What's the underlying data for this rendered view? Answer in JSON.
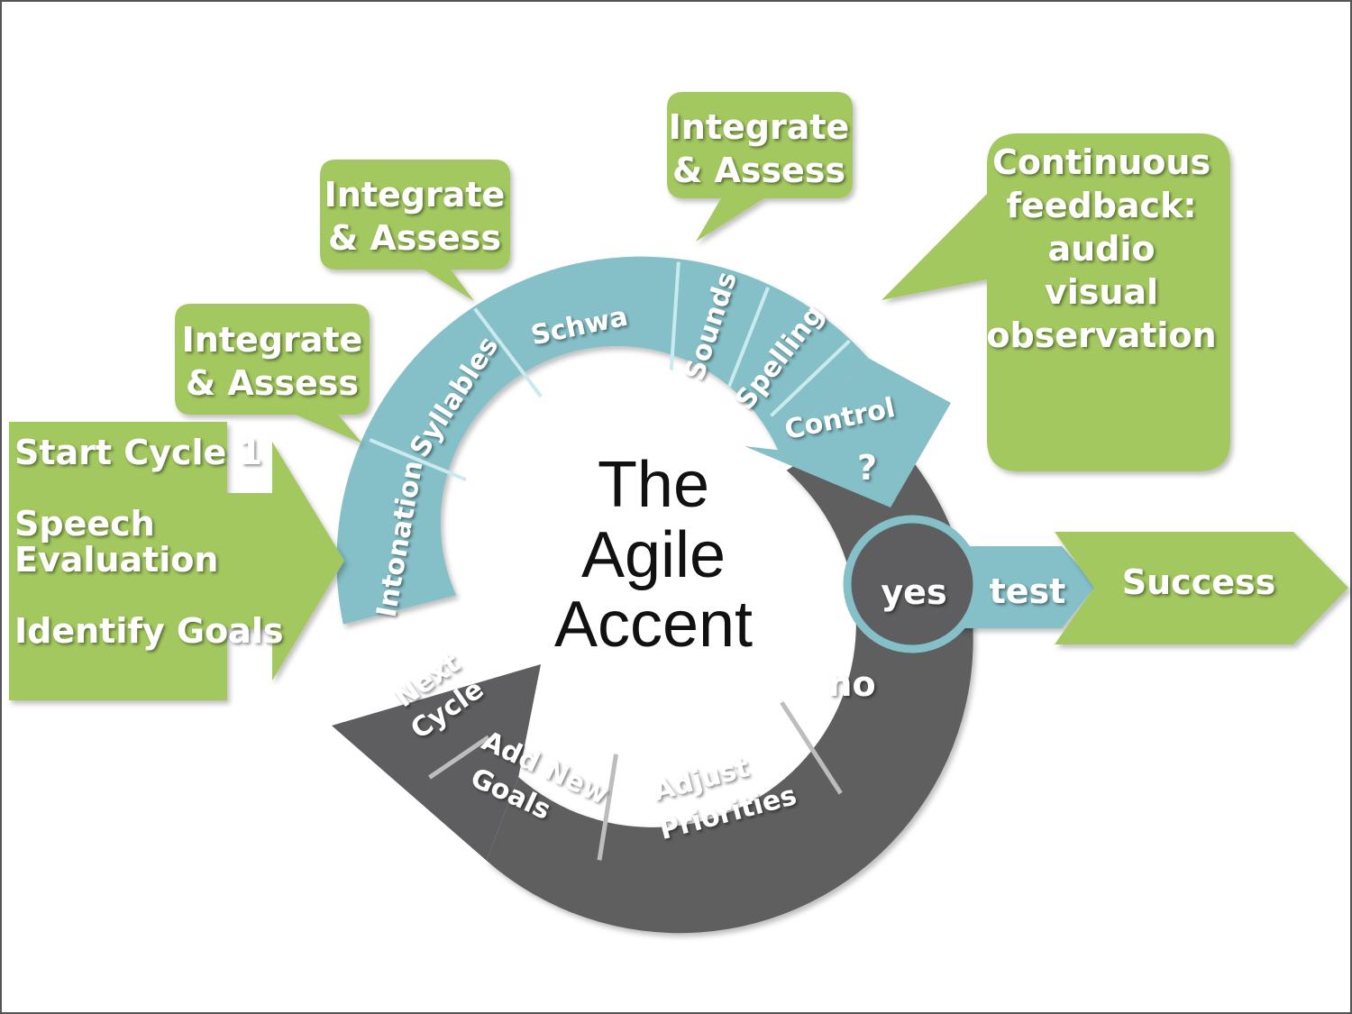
{
  "center": {
    "line1": "The",
    "line2": "Agile",
    "line3": "Accent"
  },
  "start_box": {
    "title": "Start Cycle 1",
    "item1_line1": "Speech",
    "item1_line2": "Evaluation",
    "item2": "Identify Goals"
  },
  "callouts": [
    {
      "line1": "Integrate",
      "line2": "& Assess"
    },
    {
      "line1": "Integrate",
      "line2": "& Assess"
    },
    {
      "line1": "Integrate",
      "line2": "& Assess"
    }
  ],
  "feedback": {
    "lines": [
      "Continuous",
      "feedback:",
      "audio",
      "visual",
      "observation"
    ]
  },
  "cycle_steps": [
    "Intonation",
    "Syllables",
    "Schwa",
    "Sounds",
    "Spelling"
  ],
  "control": {
    "label": "Control",
    "mark": "?"
  },
  "decision": {
    "yes": "yes",
    "no": "no",
    "test": "test"
  },
  "outcome": "Success",
  "loop_steps": {
    "adjust_line1": "Adjust",
    "adjust_line2": "Priorities",
    "goals_line1": "Add New",
    "goals_line2": "Goals",
    "next_line1": "Next",
    "next_line2": "Cycle"
  },
  "colors": {
    "green": "#a3c85f",
    "teal": "#85bfc7",
    "gray": "#5e5e60",
    "white": "#ffffff"
  }
}
